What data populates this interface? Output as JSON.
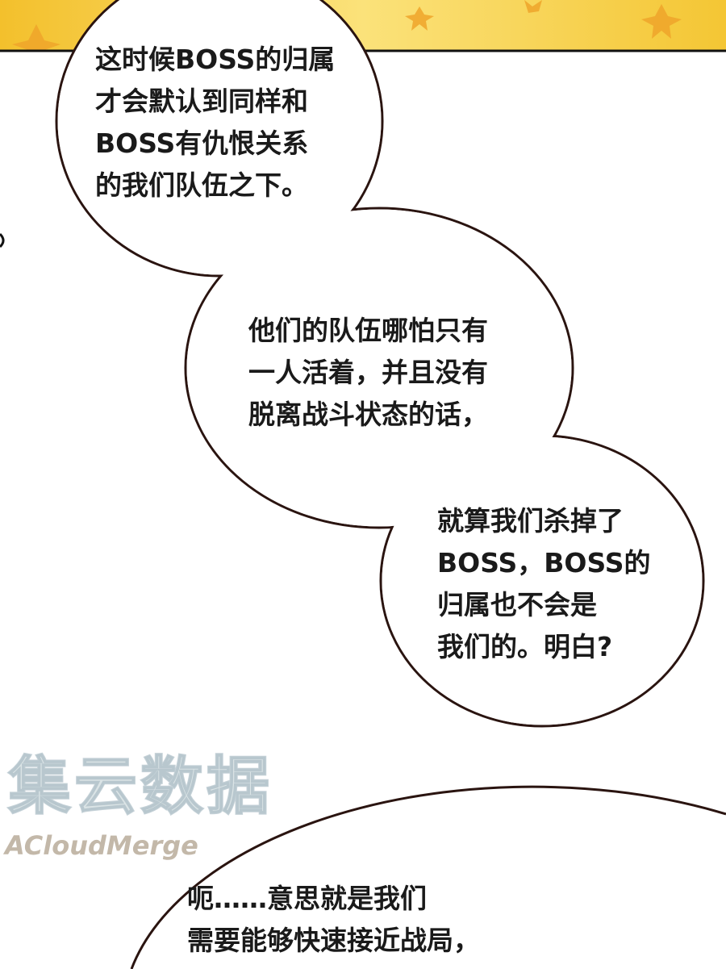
{
  "panel": {
    "background_color": "#f5c73a",
    "star_color": "#eea52a"
  },
  "bubbles": [
    {
      "lines": [
        "这时候BOSS的归属",
        "才会默认到同样和",
        "BOSS有仇恨关系",
        "的我们队伍之下。"
      ]
    },
    {
      "lines": [
        "他们的队伍哪怕只有",
        "一人活着，并且没有",
        "脱离战斗状态的话，"
      ]
    },
    {
      "lines": [
        "就算我们杀掉了",
        "BOSS，BOSS的",
        "归属也不会是",
        "我们的。明白?"
      ]
    },
    {
      "lines": [
        "呃……意思就是我们",
        "需要能够快速接近战局，"
      ]
    }
  ],
  "watermark": {
    "cn": "集云数据",
    "en": "ACloudMerge"
  }
}
